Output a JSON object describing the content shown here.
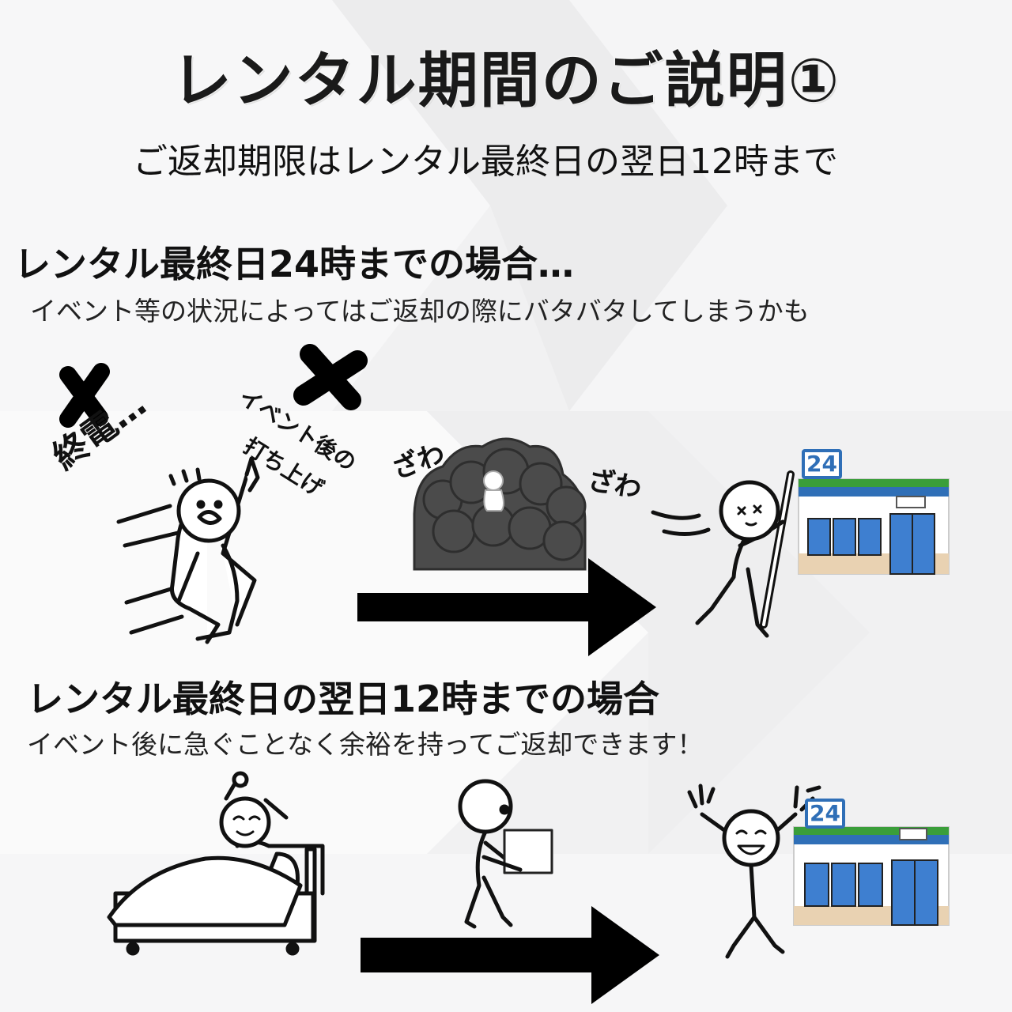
{
  "title": "レンタル期間のご説明①",
  "subtitle": "ご返却期限はレンタル最終日の翌日12時まで",
  "section1": {
    "heading": "レンタル最終日24時までの場合…",
    "description": "イベント等の状況によってはご返却の際にバタバタしてしまうかも",
    "labels": {
      "last_train": "終電…",
      "after_party_line1": "イベント後の",
      "after_party_line2": "打ち上げ",
      "crowd_sound": "ざわ"
    },
    "store_sign": "24"
  },
  "section2": {
    "heading": "レンタル最終日の翌日12時までの場合",
    "description": "イベント後に急ぐことなく余裕を持ってご返却できます！",
    "store_sign": "24"
  },
  "colors": {
    "background": "#f2f2f3",
    "store_blue": "#2f6fb7",
    "store_green": "#3a9e3a",
    "crowd": "#4a4a4a",
    "arrow": "#000000"
  }
}
